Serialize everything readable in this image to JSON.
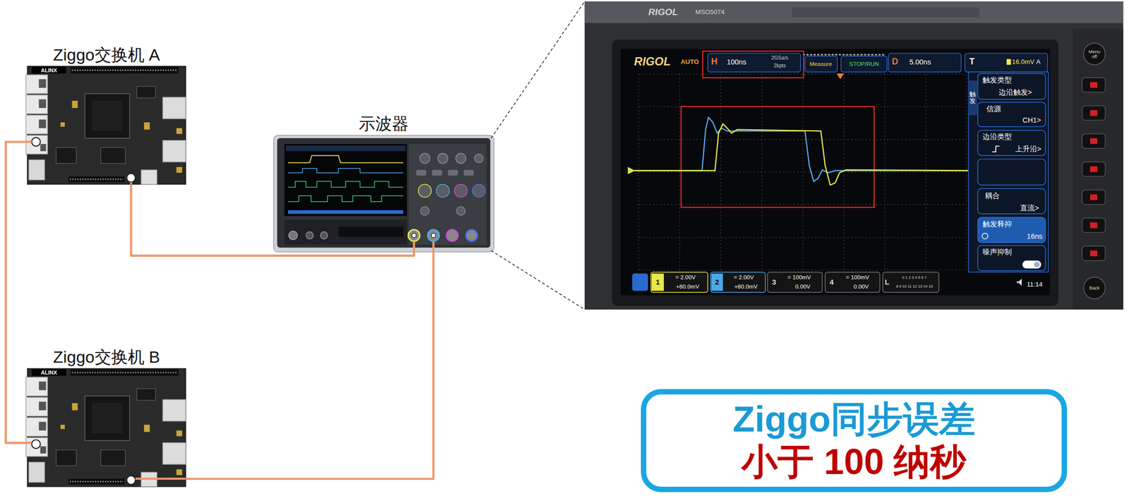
{
  "diagram": {
    "nodes": [
      {
        "text": [
          "Ziggo交换机 A"
        ]
      },
      {
        "text": [
          "Ziggo交换机 B"
        ]
      },
      {
        "text": [
          "示波器"
        ]
      },
      {
        "text": [
          "Ziggo同步误差",
          "小于 100 纳秒"
        ]
      }
    ],
    "edges": [
      {
        "from": 0,
        "to": 1,
        "arrow": "none"
      },
      {
        "from": 0,
        "to": 2,
        "arrow": "none"
      },
      {
        "from": 1,
        "to": 2,
        "arrow": "none"
      }
    ],
    "labels": [
      "ALINX",
      "ALINX",
      "RIGOL",
      "MSO5074",
      "RIGOL",
      "AUTO",
      "H",
      "100ns",
      "2GSa/s",
      "2kpts",
      "Measure",
      "STOP/RUN",
      "D",
      "5.00ns",
      "T",
      "16.0mV",
      "A",
      "Menu off",
      "触发",
      "触发类型",
      "边沿触发>",
      "信源",
      "CH1>",
      "边沿类型",
      "上升沿>",
      "耦合",
      "直流>",
      "触发释抑",
      "16ns",
      "噪声抑制",
      "1",
      "= 2.00V",
      "+80.0mV",
      "2",
      "= 2.00V",
      "+80.0mV",
      "3",
      "= 100mV",
      "0.00V",
      "4",
      "= 100mV",
      "0.00V",
      "L",
      "0 1 2 3 4 5 6 7",
      "8 9 10 11 12 13 14 15",
      "11:14",
      "Back"
    ]
  }
}
